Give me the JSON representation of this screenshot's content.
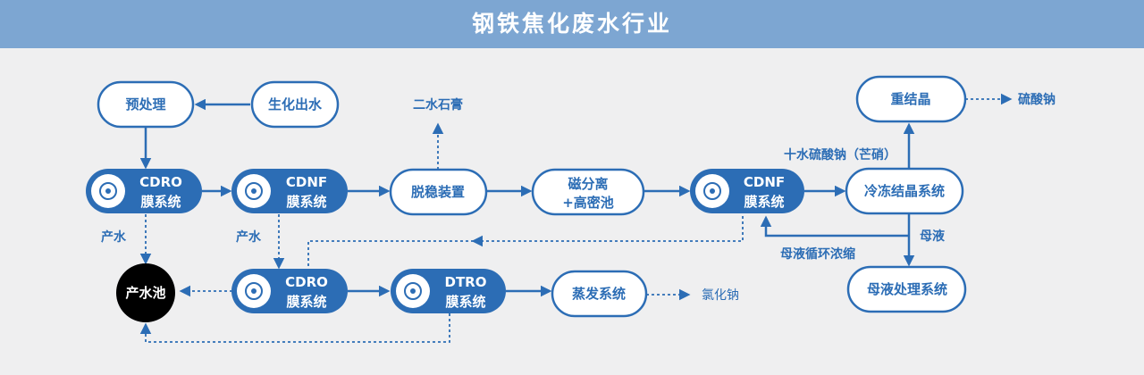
{
  "header": {
    "title": "钢铁焦化废水行业"
  },
  "nodes": {
    "pretreat": "预处理",
    "bio_out": "生化出水",
    "cdro1_a": "CDRO",
    "cdro1_b": "膜系统",
    "cdnf1_a": "CDNF",
    "cdnf1_b": "膜系统",
    "destab": "脱稳装置",
    "mag_a": "磁分离",
    "mag_b": "+高密池",
    "cdnf2_a": "CDNF",
    "cdnf2_b": "膜系统",
    "freeze": "冷冻结晶系统",
    "recryst": "重结晶",
    "pool": "产水池",
    "cdro2_a": "CDRO",
    "cdro2_b": "膜系统",
    "dtro_a": "DTRO",
    "dtro_b": "膜系统",
    "evap": "蒸发系统",
    "mother": "母液处理系统"
  },
  "labels": {
    "gypsum": "二水石膏",
    "sulfate_na": "硫酸钠",
    "decahydrate": "十水硫酸钠（芒硝）",
    "water1": "产水",
    "water2": "产水",
    "mother_liquor": "母液",
    "recycle": "母液循环浓缩",
    "nacl": "氯化钠"
  },
  "colors": {
    "accent": "#2c6db5",
    "banner": "#7da6d2",
    "background": "#efeff0"
  }
}
